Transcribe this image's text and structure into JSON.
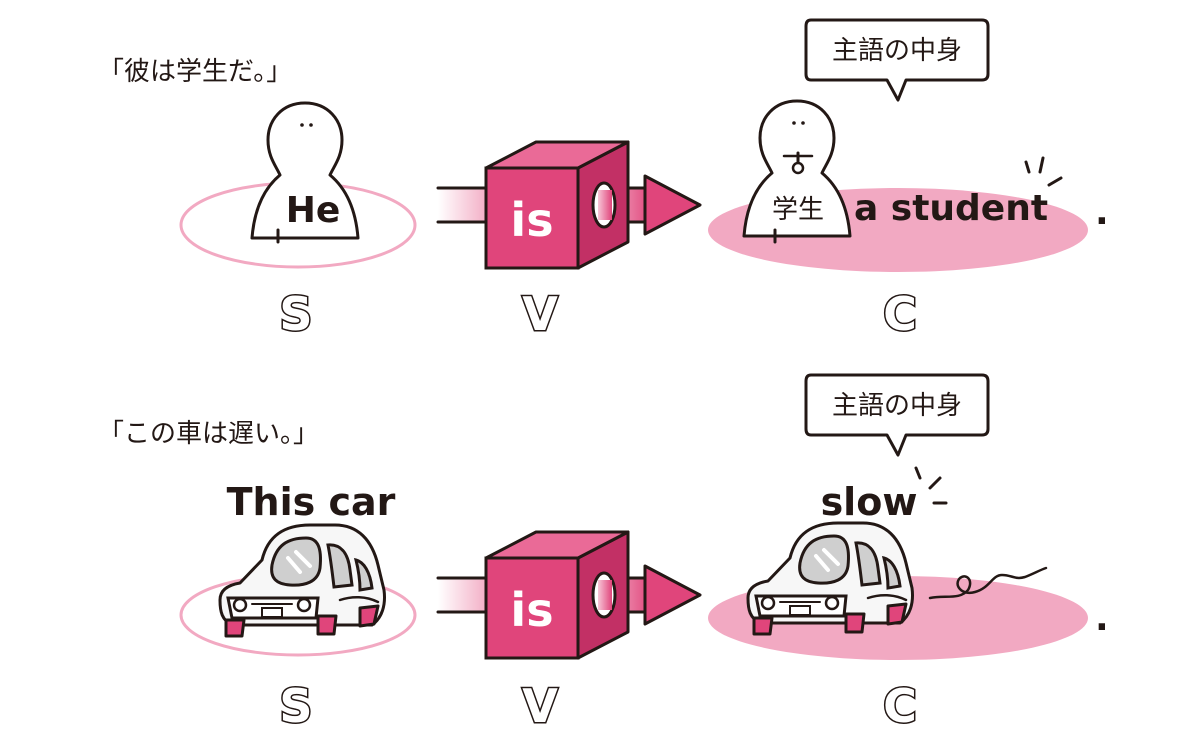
{
  "rows": [
    {
      "sentence": "「彼は学生だ。」",
      "subject_word": "He",
      "verb_word": "is",
      "complement_word": "a student",
      "figure_label": "学生",
      "bubble": "主語の中身",
      "period": ".",
      "labels": {
        "s": "S",
        "v": "V",
        "c": "C"
      }
    },
    {
      "sentence": "「この車は遅い。」",
      "subject_word": "This car",
      "verb_word": "is",
      "complement_word": "slow",
      "bubble": "主語の中身",
      "period": ".",
      "labels": {
        "s": "S",
        "v": "V",
        "c": "C"
      }
    }
  ],
  "colors": {
    "pink": "#e0457b",
    "pink_light": "#f2a9c2",
    "ink": "#231815"
  },
  "icons": [
    "person-figure",
    "car-figure",
    "verb-cube",
    "speech-bubble"
  ]
}
